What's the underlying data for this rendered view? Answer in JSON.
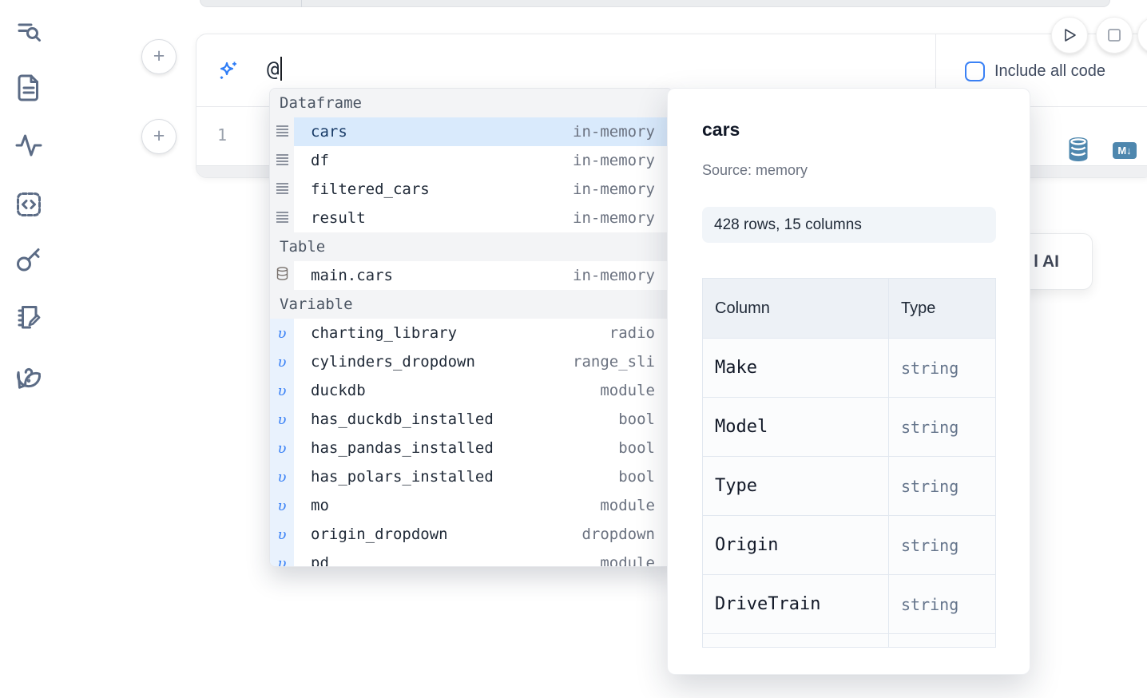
{
  "sidebar": {
    "icons": [
      {
        "name": "toc-search-icon"
      },
      {
        "name": "document-icon"
      },
      {
        "name": "activity-icon"
      },
      {
        "name": "code-snippets-icon"
      },
      {
        "name": "key-icon"
      },
      {
        "name": "scratchpad-icon"
      },
      {
        "name": "help-icon"
      }
    ]
  },
  "cell": {
    "add_button_label": "+",
    "ai_input_value": "@",
    "include_all_code_label": "Include all code",
    "line_number": "1",
    "markdown_badge_label": "M↓"
  },
  "autocomplete": {
    "sections": [
      {
        "label": "Dataframe",
        "icon": "dataframe",
        "items": [
          {
            "name": "cars",
            "type": "in-memory",
            "selected": true
          },
          {
            "name": "df",
            "type": "in-memory"
          },
          {
            "name": "filtered_cars",
            "type": "in-memory"
          },
          {
            "name": "result",
            "type": "in-memory"
          }
        ]
      },
      {
        "label": "Table",
        "icon": "database",
        "items": [
          {
            "name": "main.cars",
            "type": "in-memory"
          }
        ]
      },
      {
        "label": "Variable",
        "icon": "variable",
        "items": [
          {
            "name": "charting_library",
            "type": "radio"
          },
          {
            "name": "cylinders_dropdown",
            "type": "range_sli"
          },
          {
            "name": "duckdb",
            "type": "module"
          },
          {
            "name": "has_duckdb_installed",
            "type": "bool"
          },
          {
            "name": "has_pandas_installed",
            "type": "bool"
          },
          {
            "name": "has_polars_installed",
            "type": "bool"
          },
          {
            "name": "mo",
            "type": "module"
          },
          {
            "name": "origin_dropdown",
            "type": "dropdown"
          },
          {
            "name": "pd",
            "type": "module"
          }
        ]
      }
    ]
  },
  "preview": {
    "title": "cars",
    "source": "Source: memory",
    "shape_badge": "428 rows, 15 columns",
    "table": {
      "headers": [
        "Column",
        "Type"
      ],
      "rows": [
        [
          "Make",
          "string"
        ],
        [
          "Model",
          "string"
        ],
        [
          "Type",
          "string"
        ],
        [
          "Origin",
          "string"
        ],
        [
          "DriveTrain",
          "string"
        ]
      ]
    }
  },
  "ai_generate_button": {
    "visible_label": "l AI"
  },
  "colors": {
    "accent_blue": "#3b82f6",
    "selected_row": "#d9eafc",
    "steel_blue_icon": "#4e87ae",
    "muted_text": "#6b7280",
    "dark_text": "#1f2937"
  }
}
